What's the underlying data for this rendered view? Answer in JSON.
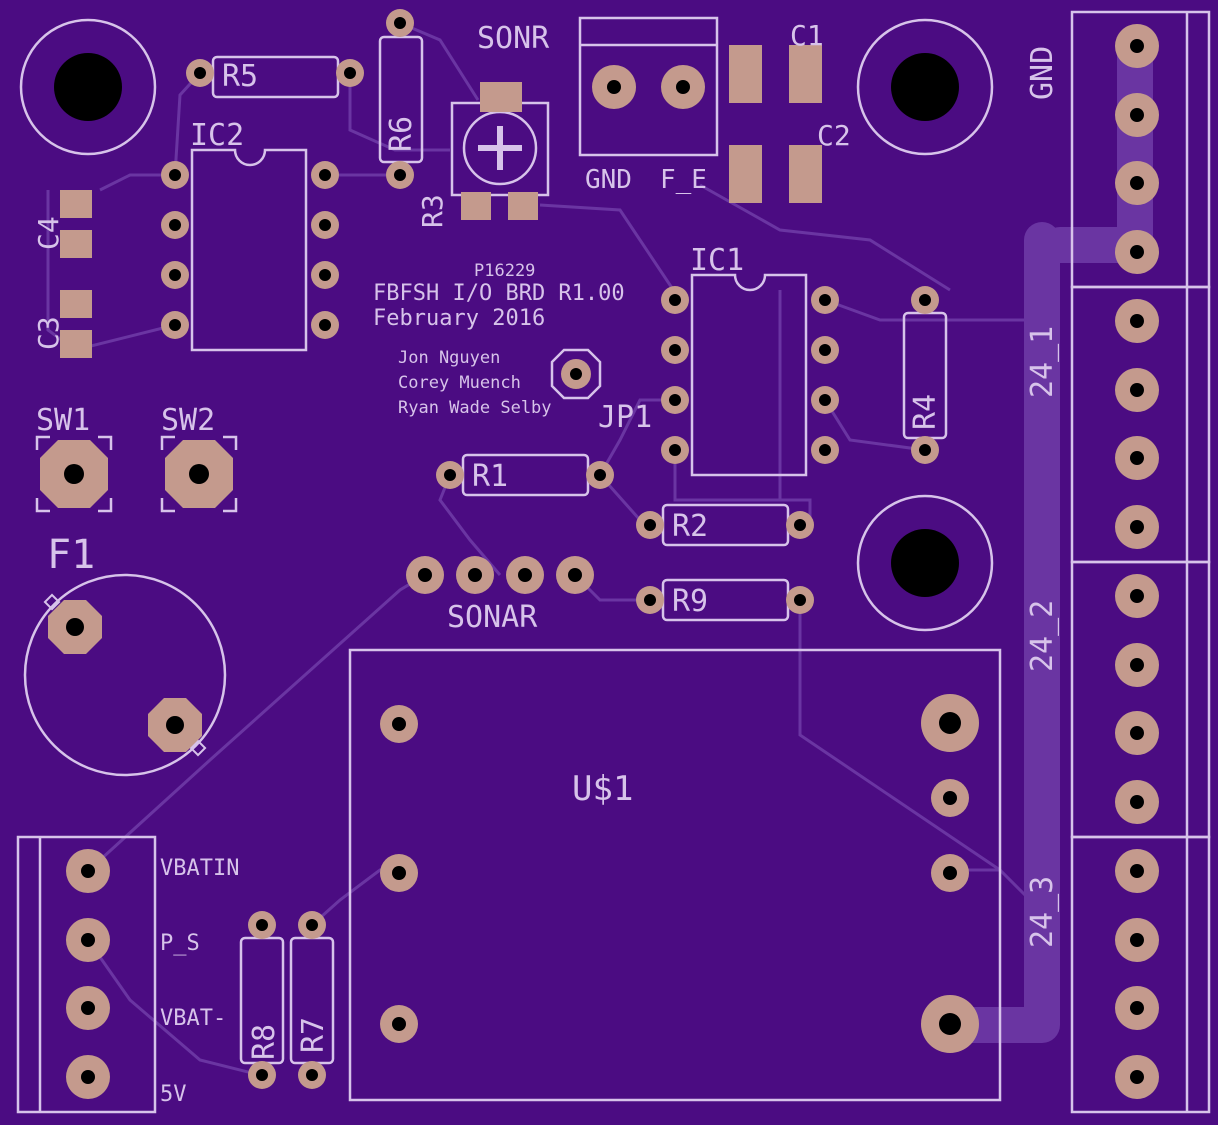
{
  "colors": {
    "board": "#4b0c82",
    "trace": "#6a35a2",
    "silkscreen": "#d7c3ea",
    "pad": "#c49a8d",
    "hole": "#000000"
  },
  "board_info": {
    "project": "P16229",
    "title": "FBFSH I/O BRD R1.00",
    "date": "February 2016",
    "authors": [
      "Jon Nguyen",
      "Corey Muench",
      "Ryan Wade Selby"
    ]
  },
  "parts": {
    "r1": "R1",
    "r2": "R2",
    "r3": "R3",
    "r4": "R4",
    "r5": "R5",
    "r6": "R6",
    "r7": "R7",
    "r8": "R8",
    "r9": "R9",
    "c1": "C1",
    "c2": "C2",
    "c3": "C3",
    "c4": "C4",
    "ic1": "IC1",
    "ic2": "IC2",
    "sw1": "SW1",
    "sw2": "SW2",
    "f1": "F1",
    "jp1": "JP1",
    "u1": "U$1"
  },
  "connectors": {
    "sonr": {
      "name": "SONR",
      "pins": [
        "GND",
        "F_E"
      ]
    },
    "sonar": {
      "name": "SONAR"
    },
    "power": {
      "pins": [
        "VBATIN",
        "P_S",
        "VBAT-",
        "5V"
      ]
    },
    "right": [
      "GND",
      "24_1",
      "24_2",
      "24_3"
    ]
  }
}
